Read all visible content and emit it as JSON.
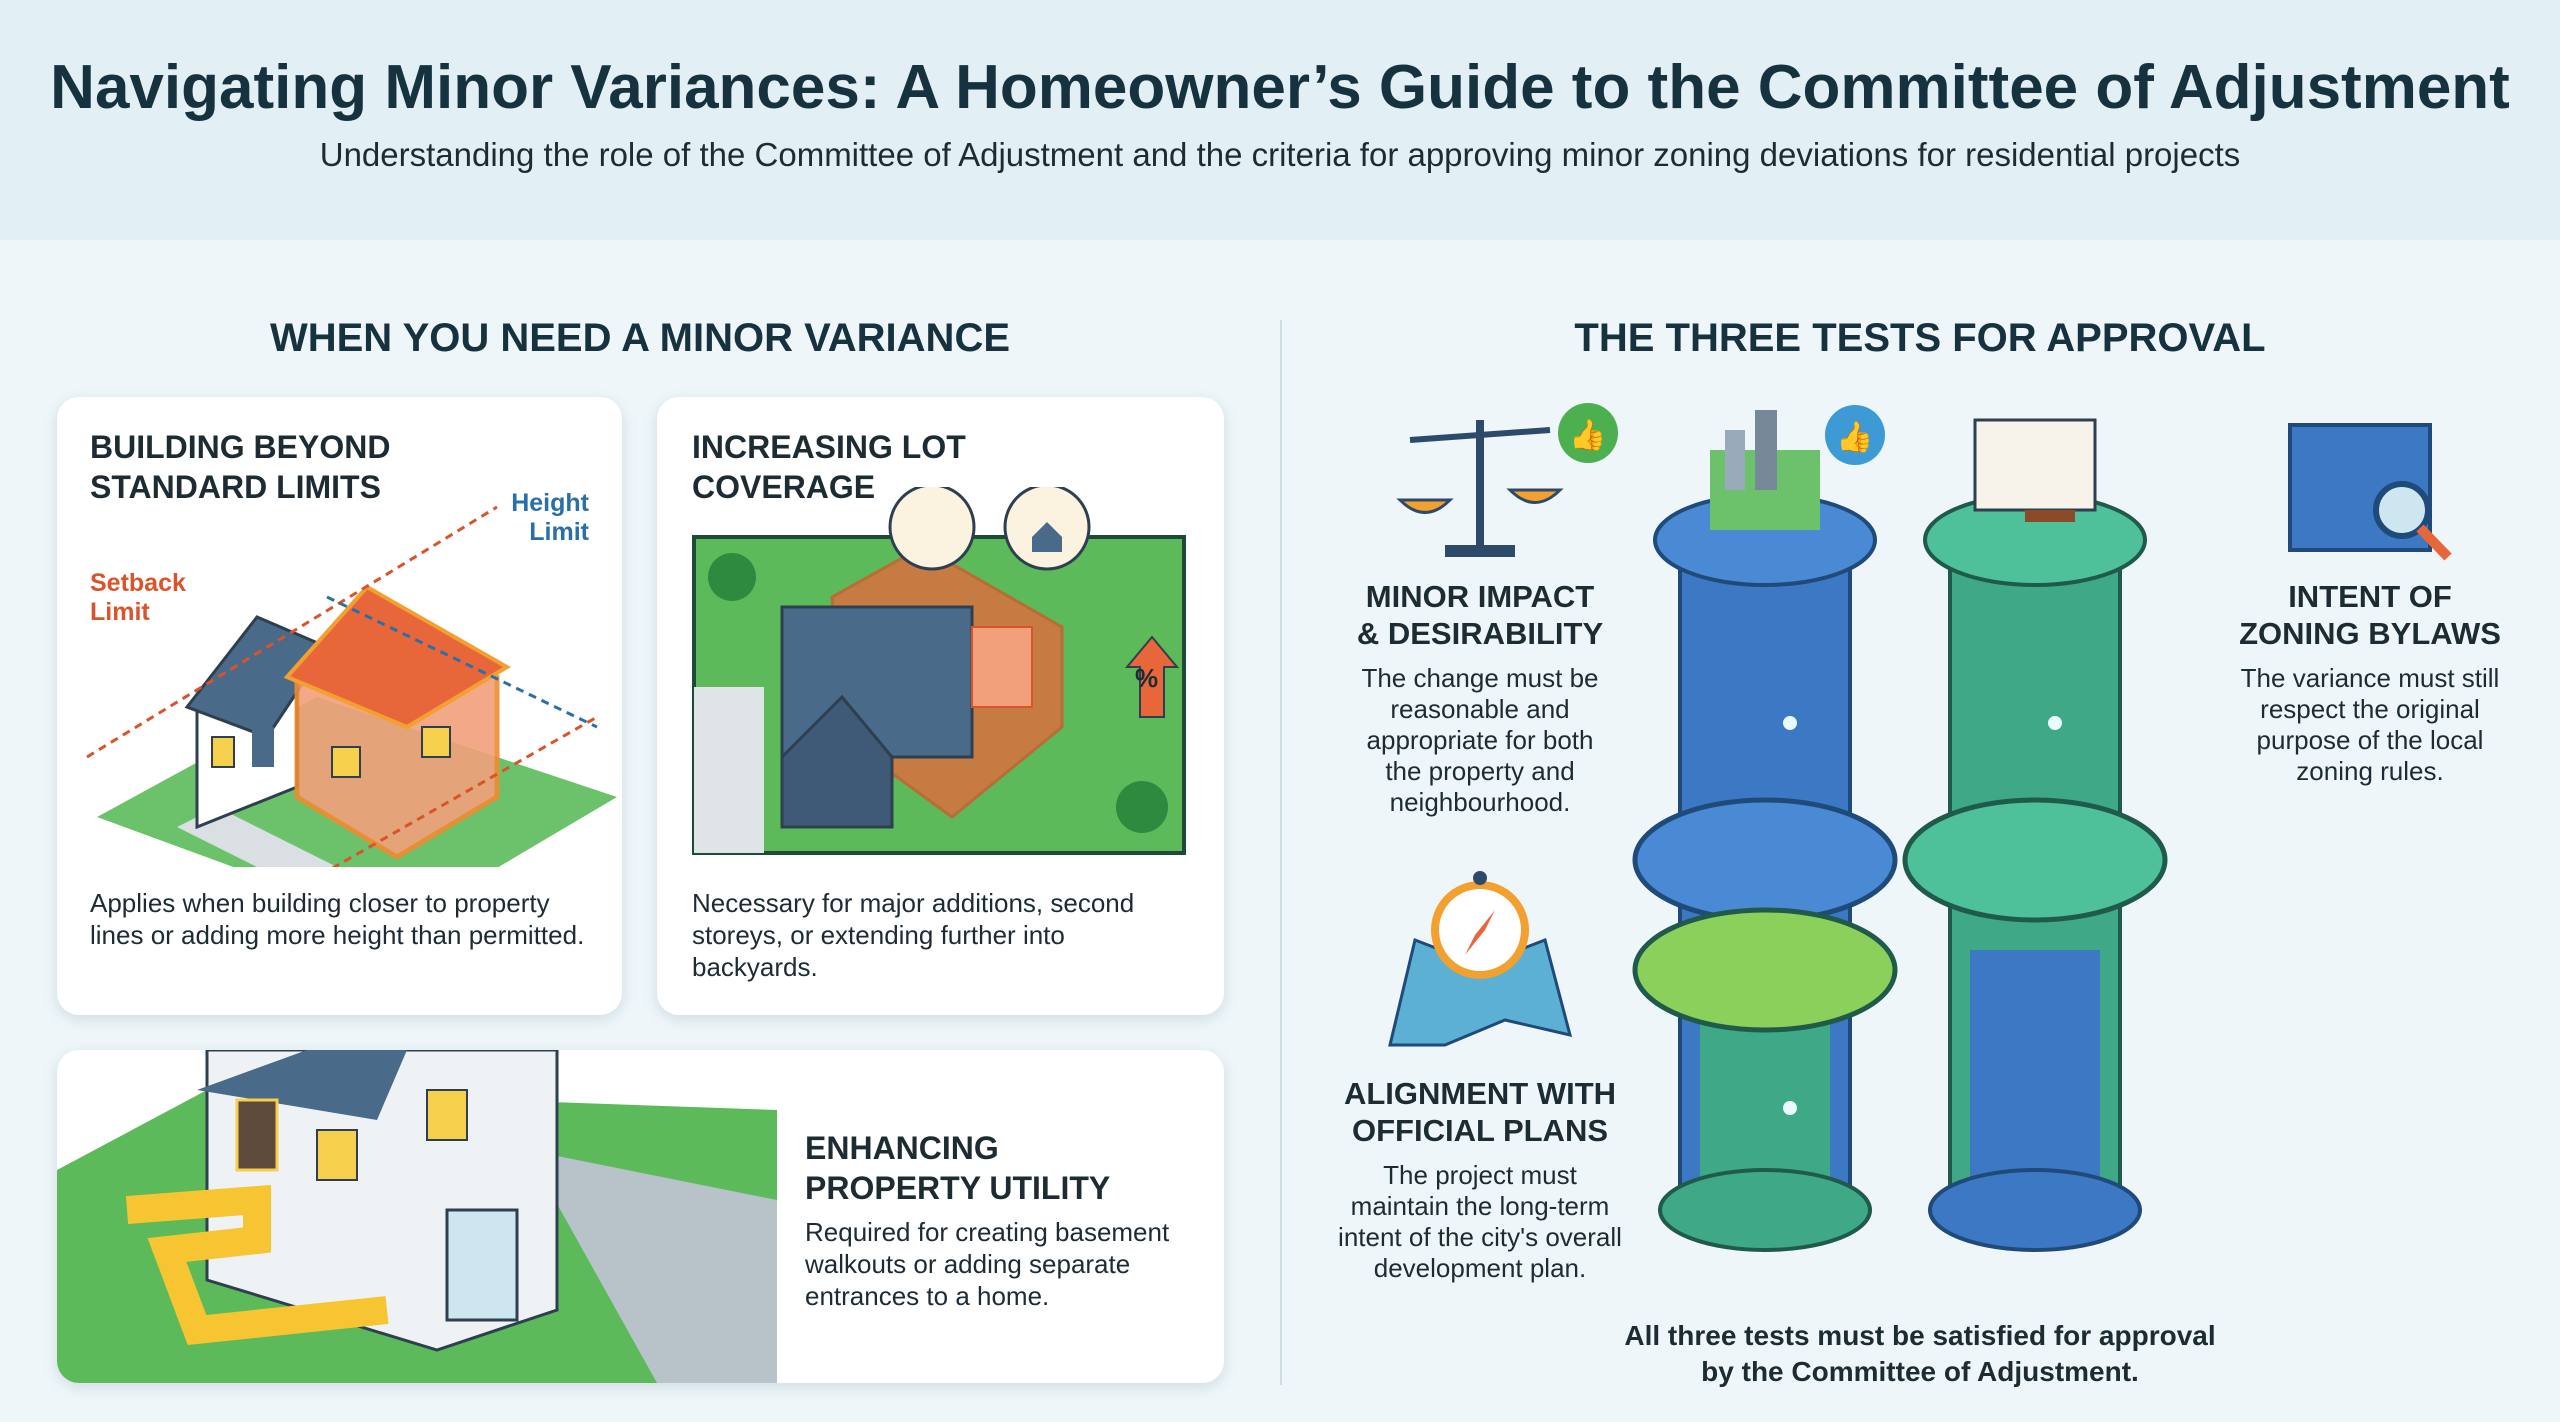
{
  "header": {
    "title": "Navigating Minor Variances: A Homeowner’s Guide to the Committee of Adjustment",
    "subtitle": "Understanding the role of the Committee of Adjustment and the criteria for approving minor zoning deviations for residential projects"
  },
  "left": {
    "heading": "WHEN YOU NEED A MINOR VARIANCE",
    "cards": [
      {
        "title_lines": [
          "BUILDING BEYOND",
          "STANDARD LIMITS"
        ],
        "labels": {
          "height": [
            "Height",
            "Limit"
          ],
          "setback": [
            "Setback",
            "Limit"
          ]
        },
        "text_lines": [
          "Applies when building closer to property",
          "lines or adding more height than permitted."
        ]
      },
      {
        "title_lines": [
          "INCREASING LOT",
          "COVERAGE"
        ],
        "badge": "%",
        "text_lines": [
          "Necessary for major additions, second",
          "storeys, or extending further into",
          "backyards."
        ]
      },
      {
        "title_lines": [
          "ENHANCING",
          "PROPERTY UTILITY"
        ],
        "text_lines": [
          "Required for creating basement",
          "walkouts or adding separate",
          "entrances to a home."
        ]
      }
    ]
  },
  "right": {
    "heading": "THE THREE TESTS FOR APPROVAL",
    "tests": [
      {
        "title_lines": [
          "MINOR IMPACT",
          "& DESIRABILITY"
        ],
        "text_lines": [
          "The change must be",
          "reasonable and",
          "appropriate for both",
          "the property and",
          "neighbourhood."
        ]
      },
      {
        "title_lines": [
          "INTENT OF",
          "ZONING BYLAWS"
        ],
        "text_lines": [
          "The variance must still",
          "respect the original",
          "purpose of the local",
          "zoning rules."
        ]
      },
      {
        "title_lines": [
          "ALIGNMENT WITH",
          "OFFICIAL PLANS"
        ],
        "text_lines": [
          "The project must",
          "maintain the long-term",
          "intent of the city's overall",
          "development plan."
        ]
      }
    ],
    "footer_lines": [
      "All three tests must be satisfied for approval",
      "by the Committee of Adjustment."
    ]
  },
  "colors": {
    "blue": "#3d78c4",
    "green": "#3fa987",
    "orange": "#e8673a",
    "grass": "#5cba5a"
  }
}
